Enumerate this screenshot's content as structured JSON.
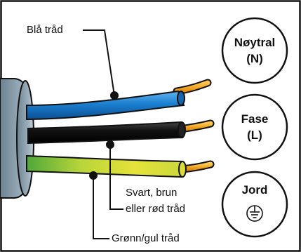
{
  "labels": {
    "blue_wire": "Blå tråd",
    "black_wire": [
      "Svart, brun",
      "eller rød tråd"
    ],
    "green_wire": "Grønn/gul tråd"
  },
  "terminals": [
    {
      "title": "Nøytral",
      "sub": "(N)"
    },
    {
      "title": "Fase",
      "sub": "(L)"
    },
    {
      "title": "Jord",
      "sub": "",
      "icon": "ground-symbol-icon"
    }
  ],
  "colors": {
    "blue": "#1b7fd0",
    "black": "#111111",
    "green_yellow": "#b8d13a",
    "copper": "#f2a51f",
    "sheath": "#8fa2b0",
    "frame": "#111111"
  }
}
